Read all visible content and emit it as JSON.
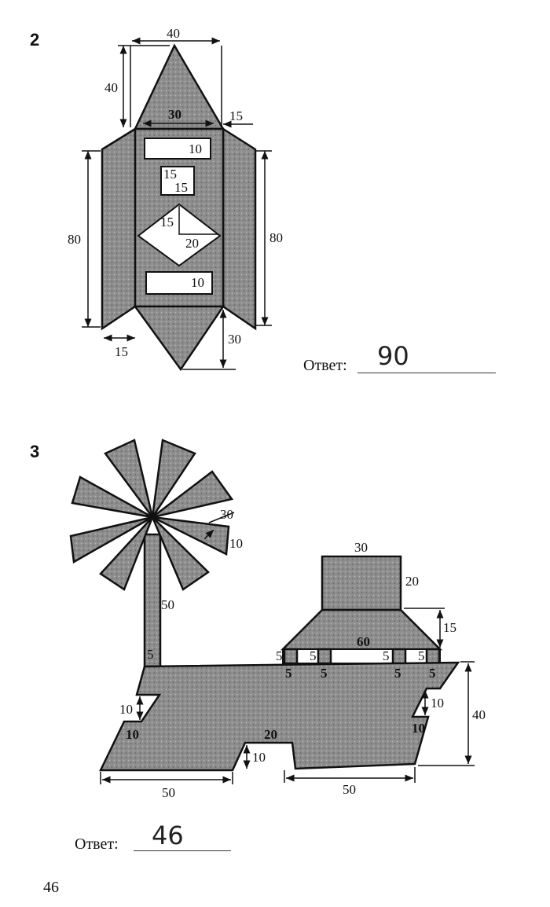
{
  "problems": [
    {
      "number": "2",
      "labels": {
        "top_width": "40",
        "top_height": "40",
        "inner_width": "30",
        "side_offset": "15",
        "win1": "10",
        "sq_a": "15",
        "sq_b": "15",
        "rh_a": "15",
        "rh_b": "20",
        "win2": "10",
        "left_height": "80",
        "right_height": "80",
        "bottom_offset": "15",
        "bottom_height": "30"
      },
      "answer_label": "Ответ:",
      "answer_value": "90"
    },
    {
      "number": "3",
      "labels": {
        "ray_len": "30",
        "ray_w": "10",
        "stem_h": "50",
        "stem_w": "5",
        "chimney_w": "30",
        "chimney_h": "20",
        "roof_h": "15",
        "body_w": "60",
        "wheel_a": "5",
        "wheel_b": "5",
        "wheel_c": "5",
        "wheel_d": "5",
        "wheel_e": "5",
        "wheel_f": "5",
        "wheel_g": "5",
        "wheel_h": "5",
        "left_step_h": "10",
        "left_step_w": "10",
        "notch_w": "20",
        "notch_h": "10",
        "right_step_h": "10",
        "right_step_w": "10",
        "total_h": "40",
        "bottom_left": "50",
        "bottom_right": "50"
      },
      "answer_label": "Ответ:",
      "answer_value": "46"
    }
  ],
  "page_number": "46"
}
